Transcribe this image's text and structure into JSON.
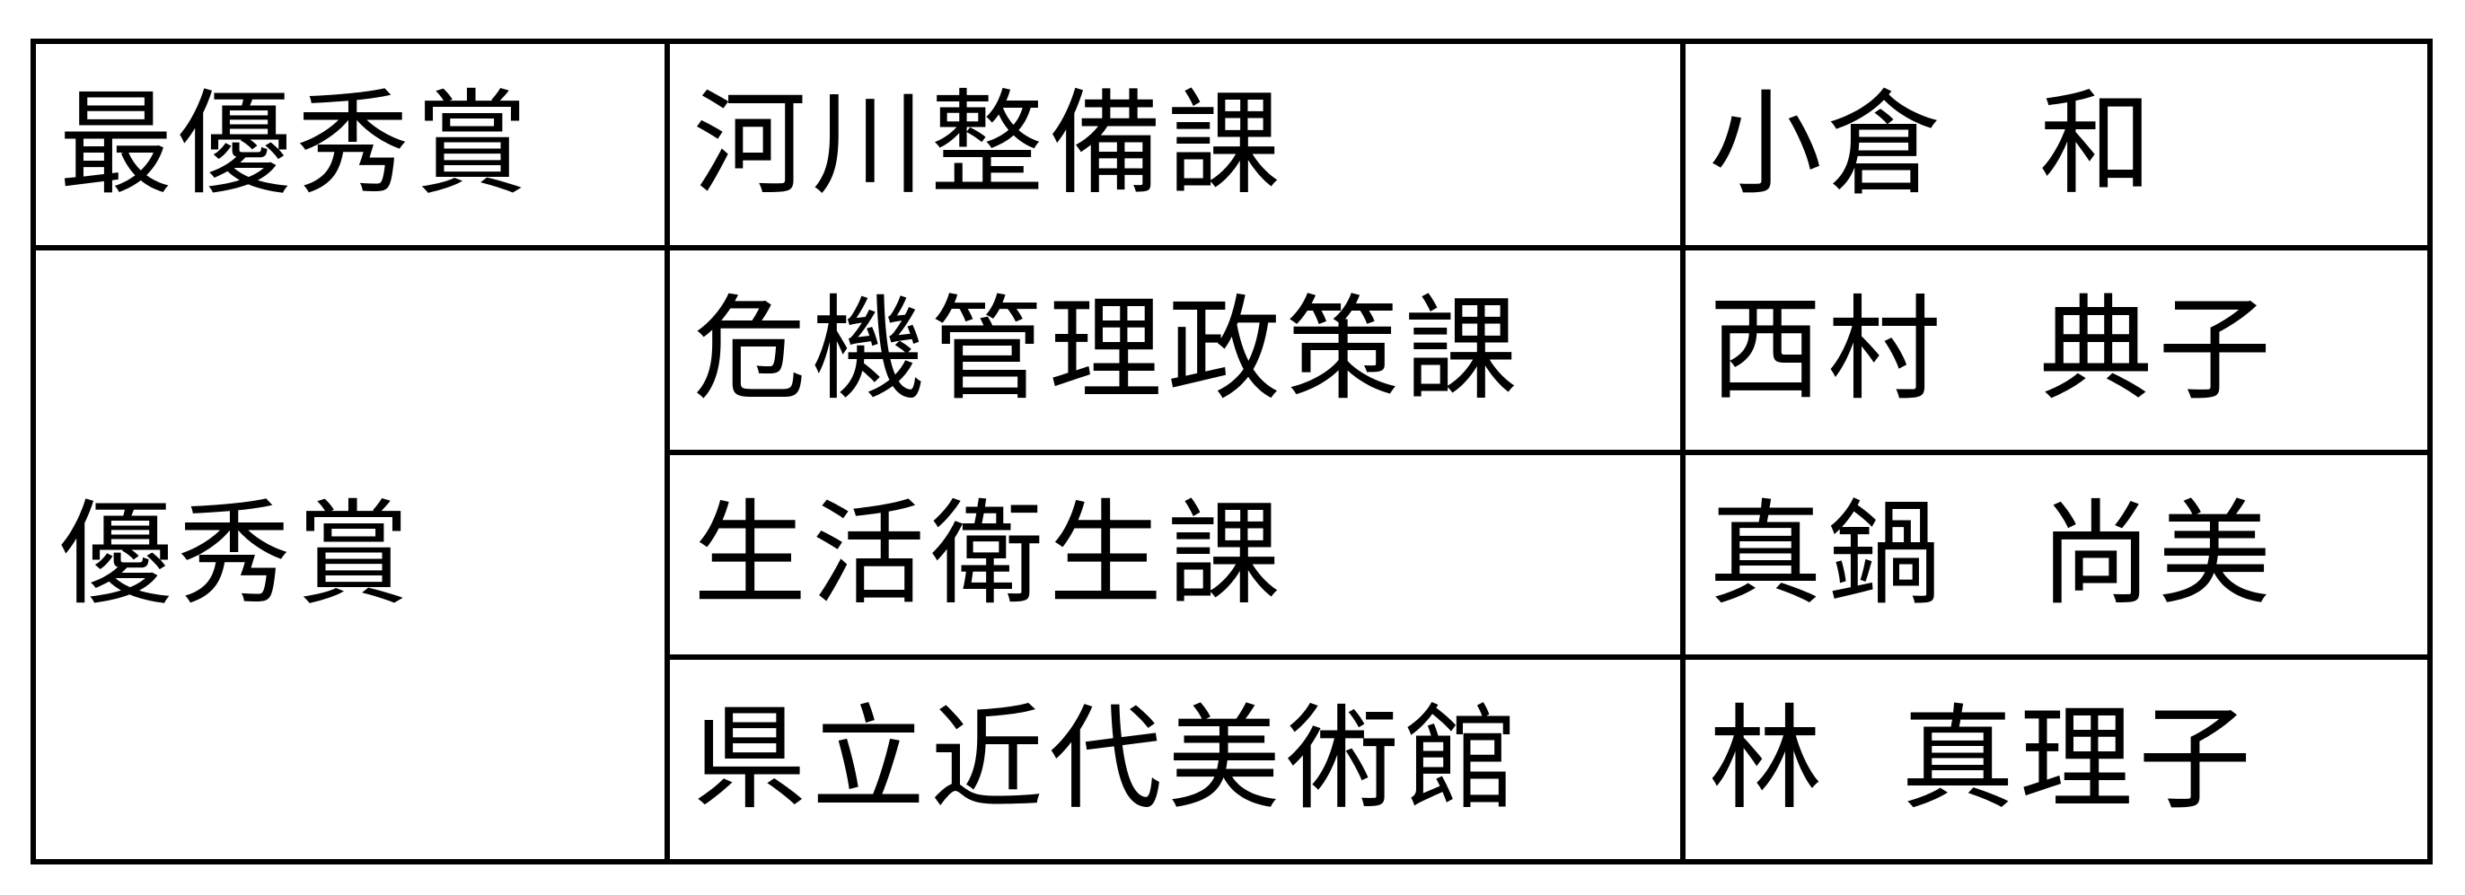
{
  "table": {
    "rows": [
      {
        "award": "最優秀賞",
        "department": "河川整備課",
        "name_family": "小倉",
        "name_given": "和"
      },
      {
        "award": "優秀賞",
        "department": "危機管理政策課",
        "name_family": "西村",
        "name_given": "典子"
      },
      {
        "award": "",
        "department": "生活衛生課",
        "name_family": "真鍋",
        "name_given": "尚美"
      },
      {
        "award": "",
        "department": "県立近代美術館",
        "name_family": "林",
        "name_given": "真理子"
      }
    ]
  }
}
